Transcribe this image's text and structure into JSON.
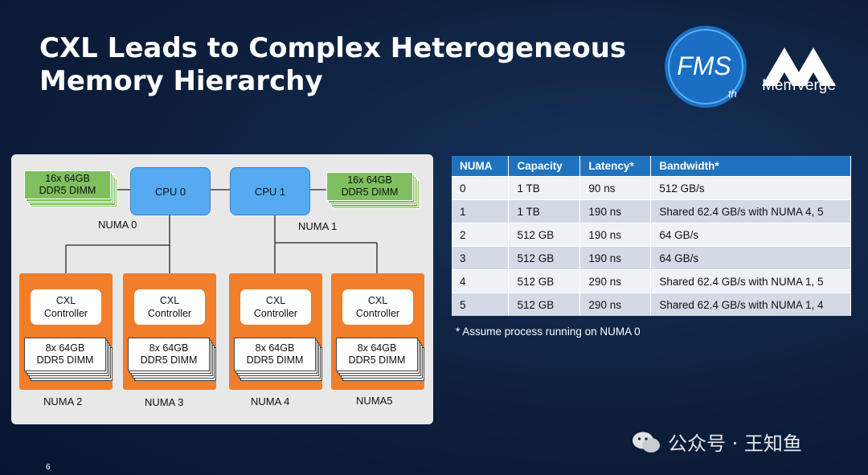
{
  "slide": {
    "title_line1": "CXL Leads to Complex Heterogeneous",
    "title_line2": "Memory Hierarchy",
    "page_number": "6"
  },
  "logos": {
    "fms_text": "FMS",
    "fms_suffix": "th",
    "memverge_text": "MemVerge"
  },
  "diagram": {
    "dimm_left": {
      "line1": "16x 64GB",
      "line2": "DDR5 DIMM"
    },
    "dimm_right": {
      "line1": "16x 64GB",
      "line2": "DDR5 DIMM"
    },
    "cpu0": "CPU 0",
    "cpu1": "CPU 1",
    "numa0_label": "NUMA 0",
    "numa1_label": "NUMA 1",
    "cxl_nodes": [
      {
        "ctrl_line1": "CXL",
        "ctrl_line2": "Controller",
        "dimm_line1": "8x 64GB",
        "dimm_line2": "DDR5 DIMM",
        "label": "NUMA 2"
      },
      {
        "ctrl_line1": "CXL",
        "ctrl_line2": "Controller",
        "dimm_line1": "8x 64GB",
        "dimm_line2": "DDR5 DIMM",
        "label": "NUMA 3"
      },
      {
        "ctrl_line1": "CXL",
        "ctrl_line2": "Controller",
        "dimm_line1": "8x 64GB",
        "dimm_line2": "DDR5 DIMM",
        "label": "NUMA 4"
      },
      {
        "ctrl_line1": "CXL",
        "ctrl_line2": "Controller",
        "dimm_line1": "8x 64GB",
        "dimm_line2": "DDR5 DIMM",
        "label": "NUMA5"
      }
    ]
  },
  "table": {
    "headers": [
      "NUMA",
      "Capacity",
      "Latency*",
      "Bandwidth*"
    ],
    "rows": [
      [
        "0",
        "1 TB",
        "90 ns",
        "512 GB/s"
      ],
      [
        "1",
        "1 TB",
        "190 ns",
        "Shared 62.4 GB/s with NUMA 4, 5"
      ],
      [
        "2",
        "512 GB",
        "190 ns",
        "64 GB/s"
      ],
      [
        "3",
        "512 GB",
        "190 ns",
        "64 GB/s"
      ],
      [
        "4",
        "512 GB",
        "290 ns",
        "Shared 62.4 GB/s with NUMA 1, 5"
      ],
      [
        "5",
        "512 GB",
        "290 ns",
        "Shared 62.4 GB/s with NUMA 1, 4"
      ]
    ],
    "footnote": "* Assume process running on NUMA 0"
  },
  "watermark": {
    "text": "公众号 · 王知鱼",
    "icon": "wechat-icon"
  },
  "colors": {
    "background": "#0d1f3c",
    "table_header": "#1f73be",
    "cpu_box": "#56aaf0",
    "dimm_green": "#7fbf5f",
    "cxl_orange": "#f07e2a"
  }
}
